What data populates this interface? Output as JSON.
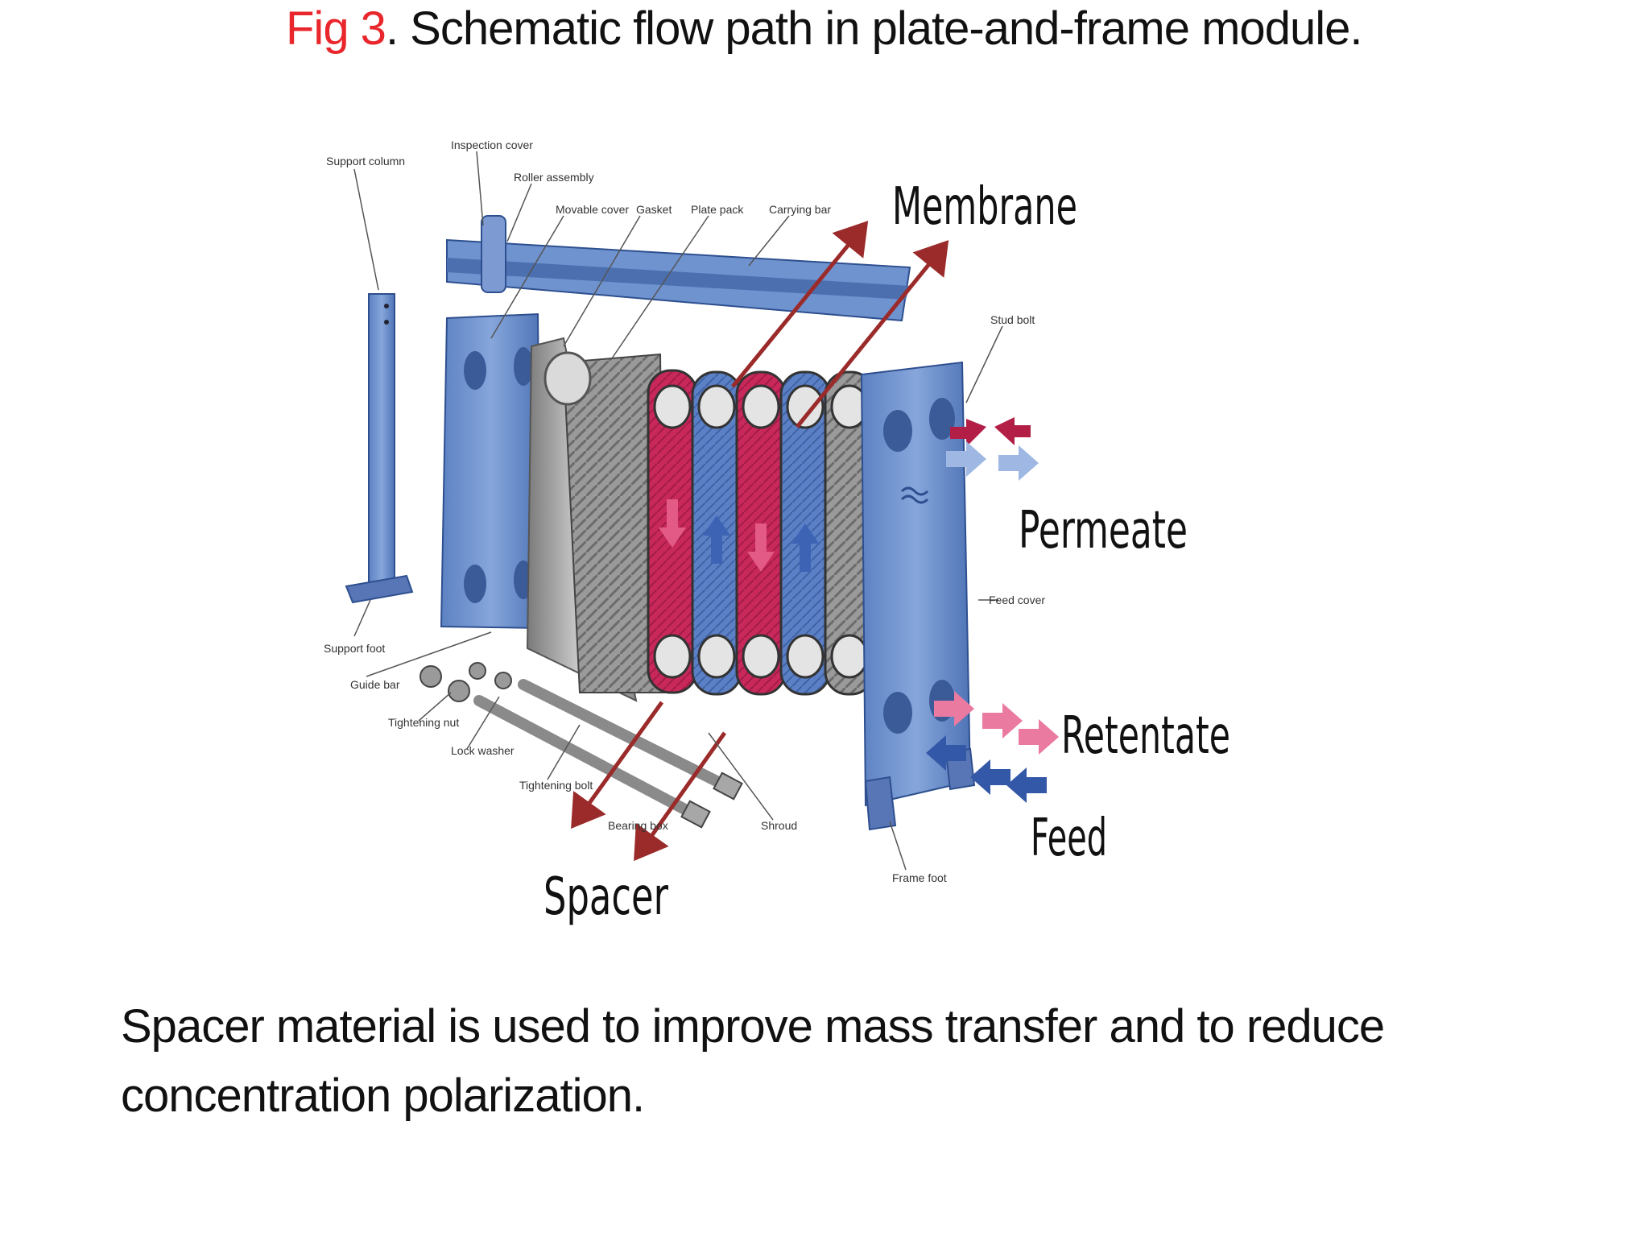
{
  "title": {
    "fig_label": "Fig 3",
    "caption": ". Schematic flow path in plate-and-frame module."
  },
  "labels": {
    "membrane": "Membrane",
    "permeate": "Permeate",
    "retentate": "Retentate",
    "feed": "Feed",
    "spacer": "Spacer"
  },
  "parts": {
    "support_column": "Support column",
    "inspection_cover": "Inspection cover",
    "roller_assembly": "Roller assembly",
    "movable_cover": "Movable cover",
    "gasket": "Gasket",
    "plate_pack": "Plate pack",
    "carrying_bar": "Carrying bar",
    "stud_bolt": "Stud bolt",
    "feed_cover": "Feed cover",
    "support_foot": "Support foot",
    "guide_bar": "Guide bar",
    "tightening_nut": "Tightening nut",
    "lock_washer": "Lock washer",
    "tightening_bolt": "Tightening bolt",
    "bearing_box": "Bearing box",
    "shroud": "Shroud",
    "frame_foot": "Frame foot"
  },
  "body_text": "Spacer material is used to improve mass transfer and to reduce  concentration polarization.",
  "colors": {
    "frame_blue": "#6f93cf",
    "frame_dark": "#3f62a3",
    "plate_red": "#c8285a",
    "plate_blue": "#4d78c8",
    "arrow_line": "#9b2b2b",
    "fig_red": "#e8262b"
  }
}
